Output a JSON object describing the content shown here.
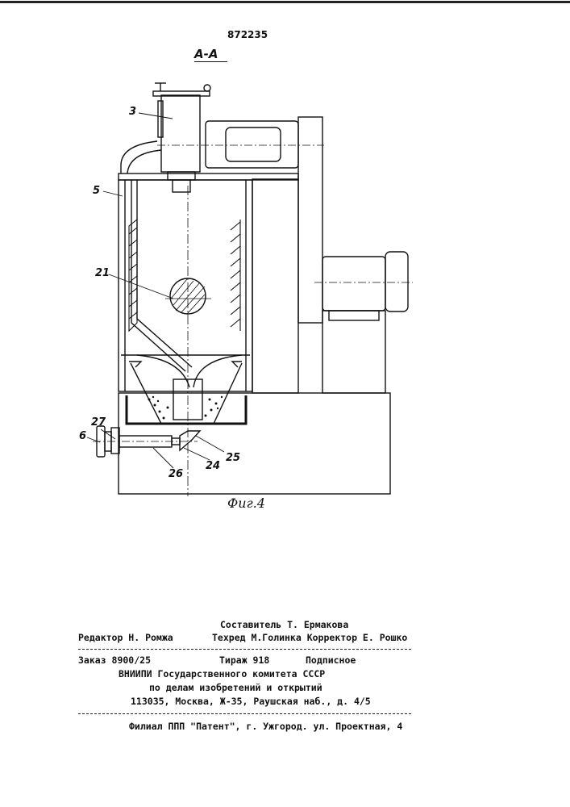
{
  "patent_number": "872235",
  "section_label": "А-А",
  "figure_caption": "Фиг.4",
  "part_labels": {
    "p3": "3",
    "p5": "5",
    "p21": "21",
    "p27": "27",
    "p6": "6",
    "p26": "26",
    "p24": "24",
    "p25": "25"
  },
  "imprint": {
    "compiler": "Составитель Т. Ермакова",
    "editor": "Редактор Н. Ромжа",
    "techred_corrector": "Техред М.Голинка Корректор Е. Рошко",
    "order": "Заказ  8900/25",
    "circulation": "Тираж 918",
    "subscription": "Подписное",
    "org1": "ВНИИПИ Государственного комитета СССР",
    "org2": "по делам изобретений и открытий",
    "address": "113035, Москва, Ж-35, Раушская наб., д. 4/5",
    "branch": "Филиал ППП \"Патент\", г. Ужгород. ул. Проектная, 4"
  }
}
